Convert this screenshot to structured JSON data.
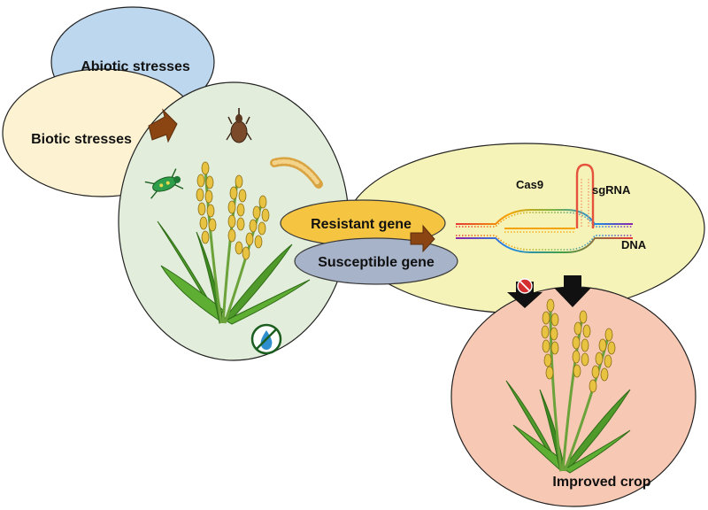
{
  "labels": {
    "abiotic": "Abiotic stresses",
    "biotic": "Biotic stresses",
    "resistant": "Resistant gene",
    "susceptible": "Susceptible  gene",
    "cas9": "Cas9",
    "sgrna": "sgRNA",
    "dna": "DNA",
    "improved": "Improved crop"
  },
  "colors": {
    "abiotic_fill": "#bdd7ee",
    "biotic_fill": "#fdf3d3",
    "field_fill": "#e2eedb",
    "crispr_fill": "#f6f3b8",
    "improved_fill": "#f7c9b4",
    "resistant_fill": "#f5c542",
    "susceptible_fill": "#a7b3c9",
    "arrow_brown": "#8b4513",
    "leaf_green": "#4f9a2a",
    "grain_yellow": "#e7c341"
  },
  "icons": [
    "weevil-icon",
    "beetle-icon",
    "larva-icon",
    "no-water-icon",
    "blocked-arrow-icon",
    "down-arrow-icon"
  ]
}
